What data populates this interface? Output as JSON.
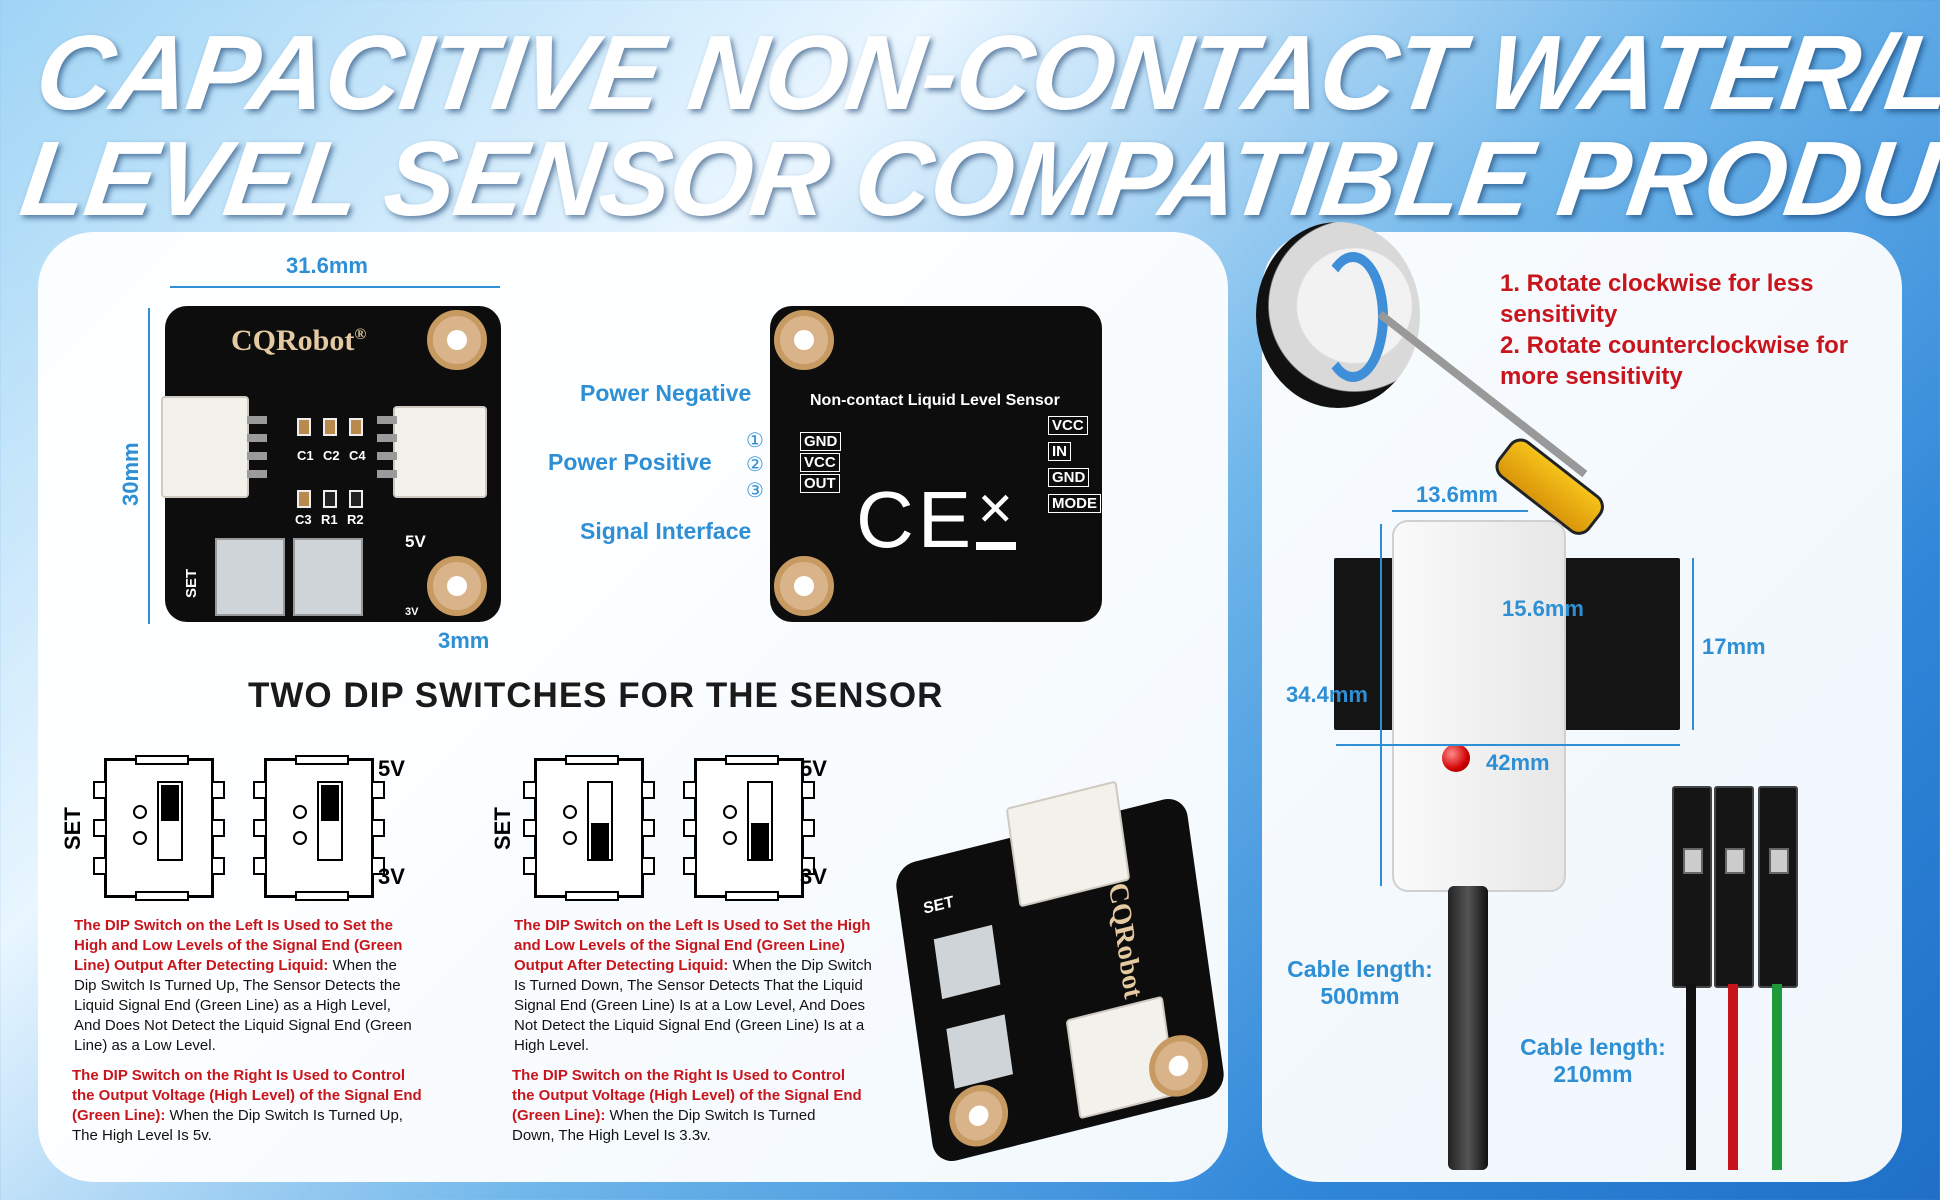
{
  "title": {
    "line1": "CAPACITIVE NON-CONTACT WATER/LIQUID",
    "line2": "LEVEL SENSOR COMPATIBLE PRODUCT DATA"
  },
  "board_dims": {
    "width": "31.6mm",
    "height": "30mm",
    "hole": "3mm"
  },
  "board_front": {
    "brand": "CQRobot",
    "registered": "®",
    "caps_top": [
      "C1",
      "C2",
      "C4"
    ],
    "caps_bottom": [
      "C3",
      "R1",
      "R2"
    ],
    "set_label": "SET",
    "v5_label": "5V",
    "v3_label": "3V"
  },
  "pin_labels": {
    "power_negative": "Power Negative",
    "power_positive": "Power Positive",
    "signal_interface": "Signal Interface",
    "pin_numbers": [
      "①",
      "②",
      "③"
    ],
    "pins_left": [
      "GND",
      "VCC",
      "OUT"
    ]
  },
  "board_back": {
    "title": "Non-contact Liquid Level Sensor",
    "pins_right": [
      "VCC",
      "IN",
      "GND",
      "MODE"
    ],
    "ce_mark": "CE"
  },
  "dip_section": {
    "heading": "TWO DIP SWITCHES FOR THE SENSOR",
    "set_label": "SET",
    "v5_label": "5V",
    "v3_label": "3V",
    "left": {
      "p1_red": "The DIP Switch on the Left Is Used to Set the High and Low Levels of the Signal End (Green Line) Output After Detecting Liquid:",
      "p1_text": " When the Dip Switch Is Turned Up, The Sensor Detects the Liquid Signal End (Green Line) as a High Level, And Does Not Detect the Liquid Signal End (Green Line) as a Low Level.",
      "p2_red": "The DIP Switch on the Right Is Used to Control the Output Voltage (High Level) of the Signal End (Green Line):",
      "p2_text": " When the Dip Switch Is Turned Up, The High Level Is 5v."
    },
    "right": {
      "p1_red": "The DIP Switch on the Left Is Used to Set the High and Low Levels of the Signal End (Green Line) Output After Detecting Liquid:",
      "p1_text": " When the Dip Switch Is Turned Down, The Sensor Detects That the Liquid Signal End (Green Line) Is at a Low Level, And Does Not Detect the Liquid Signal End (Green Line) Is at a High Level.",
      "p2_red": "The DIP Switch on the Right Is Used to Control the Output Voltage (High Level) of the Signal End (Green Line):",
      "p2_text": " When the Dip Switch Is Turned Down, The High Level Is 3.3v."
    }
  },
  "sensitivity": {
    "line1": "1. Rotate clockwise for less sensitivity",
    "line2": "2. Rotate counterclockwise for more sensitivity"
  },
  "sensor_dims": {
    "width_top": "13.6mm",
    "side": "15.6mm",
    "height_left": "34.4mm",
    "height_right": "17mm",
    "width_bottom": "42mm"
  },
  "cables": {
    "sensor_cable": "Cable length:",
    "sensor_cable_value": "500mm",
    "dupont_cable": "Cable length:",
    "dupont_cable_value": "210mm"
  },
  "colors": {
    "accent_blue": "#2e8fd4",
    "warning_red": "#c8151c",
    "wire_black": "#111111",
    "wire_red": "#c8151c",
    "wire_green": "#1f9a3b"
  }
}
